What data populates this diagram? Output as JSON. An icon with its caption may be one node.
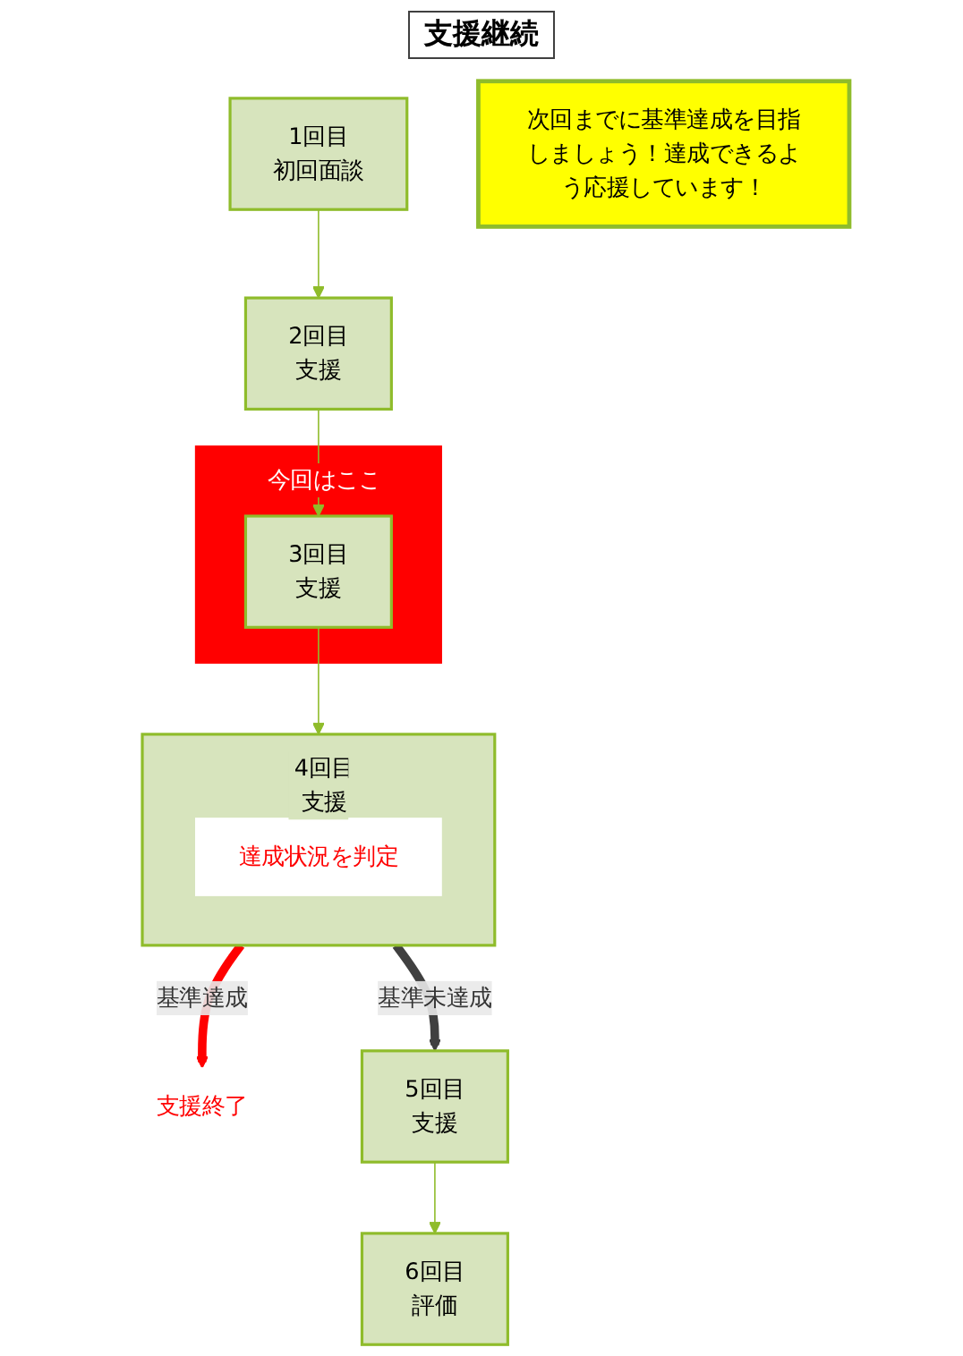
{
  "diagram": {
    "nodes": [
      {
        "text": [
          "1回目",
          "初回面談"
        ]
      },
      {
        "text": [
          "2回目",
          "支援"
        ]
      },
      {
        "text": [
          "今回はここ"
        ]
      },
      {
        "text": [
          "3回目",
          "支援"
        ],
        "in": 2
      },
      {
        "text": [
          "4回目",
          "支援"
        ]
      },
      {
        "text": [
          "達成状況を判定"
        ],
        "in": 4
      },
      {
        "text": [
          "支援終了"
        ]
      },
      {
        "text": [
          "5回目",
          "支援"
        ]
      },
      {
        "text": [
          "6回目",
          "評価"
        ]
      },
      {
        "text": [
          "次回までに基準達成を目指しましょう！達成できるよう応援しています！"
        ]
      }
    ],
    "edges": [
      {
        "from": 0,
        "to": 1,
        "arrow": "to",
        "color": "#8fbc2b"
      },
      {
        "from": 1,
        "to": 3,
        "arrow": "to",
        "color": "#8fbc2b"
      },
      {
        "from": 3,
        "to": 4,
        "arrow": "to",
        "color": "#8fbc2b"
      },
      {
        "from": 4,
        "to": 6,
        "arrow": "to",
        "label": "基準達成",
        "style": "thick",
        "color": "#ff0000"
      },
      {
        "from": 4,
        "to": 7,
        "arrow": "to",
        "label": "基準未達成",
        "style": "thick",
        "color": "#404040"
      },
      {
        "from": 7,
        "to": 8,
        "arrow": "to",
        "color": "#8fbc2b"
      }
    ],
    "labels": [
      "支援継続"
    ]
  }
}
